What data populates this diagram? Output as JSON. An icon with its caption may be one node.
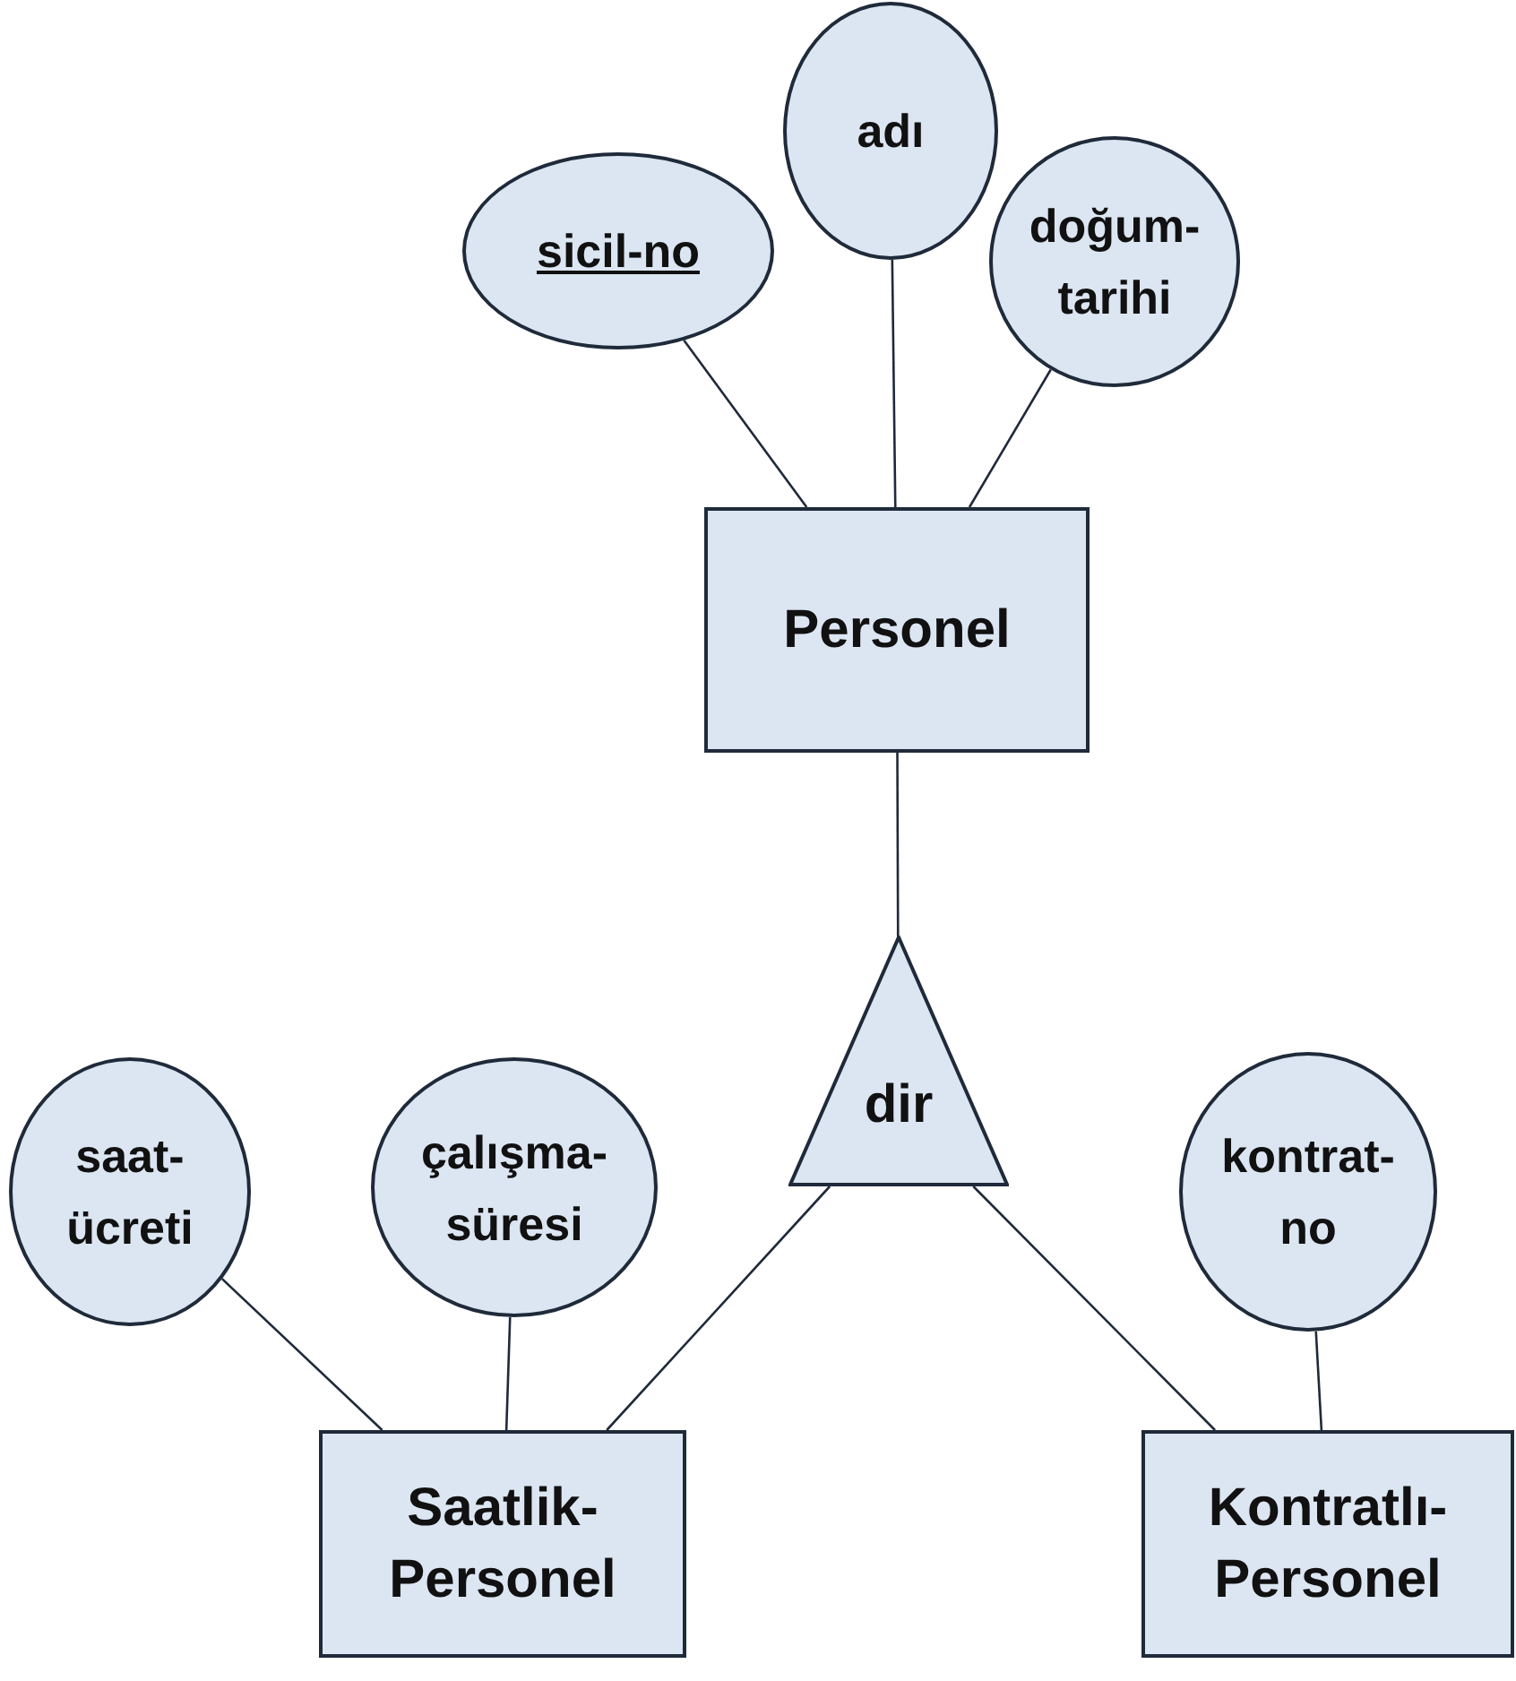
{
  "diagram": {
    "nodes": [
      {
        "text": [
          "sicil-no"
        ]
      },
      {
        "text": [
          "adı"
        ]
      },
      {
        "text": [
          "doğum-tarihi"
        ]
      },
      {
        "text": [
          "Personel"
        ]
      },
      {
        "text": [
          "dir"
        ]
      },
      {
        "text": [
          "saat-ücreti"
        ]
      },
      {
        "text": [
          "çalışma-süresi"
        ]
      },
      {
        "text": [
          "kontrat-no"
        ]
      },
      {
        "text": [
          "Saatlik-Personel"
        ]
      },
      {
        "text": [
          "Kontratlı-Personel"
        ]
      }
    ],
    "edges": [
      {
        "from": 0,
        "to": 3,
        "arrow": "none"
      },
      {
        "from": 1,
        "to": 3,
        "arrow": "none"
      },
      {
        "from": 2,
        "to": 3,
        "arrow": "none"
      },
      {
        "from": 3,
        "to": 4,
        "arrow": "none"
      },
      {
        "from": 4,
        "to": 8,
        "arrow": "none"
      },
      {
        "from": 4,
        "to": 9,
        "arrow": "none"
      },
      {
        "from": 5,
        "to": 8,
        "arrow": "none"
      },
      {
        "from": 6,
        "to": 8,
        "arrow": "none"
      },
      {
        "from": 7,
        "to": 9,
        "arrow": "none"
      }
    ]
  }
}
